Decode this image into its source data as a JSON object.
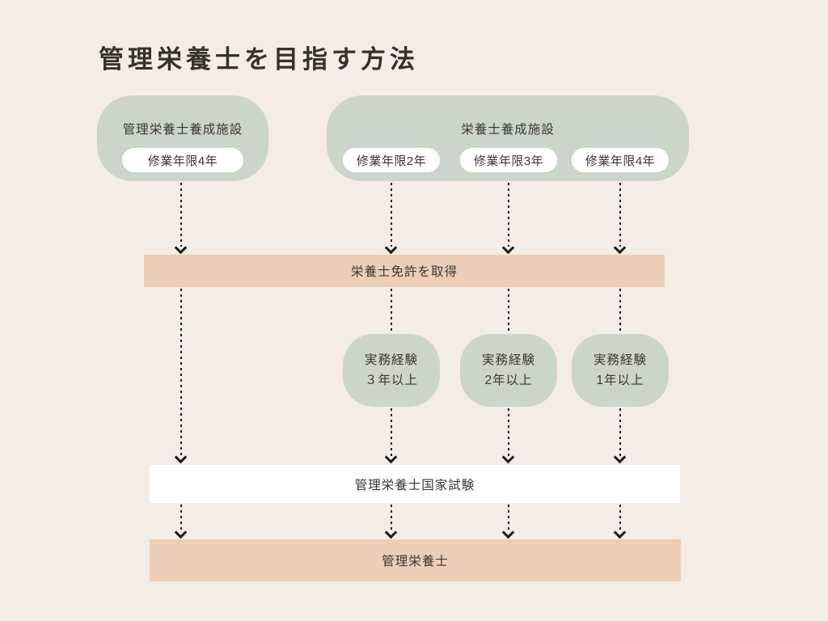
{
  "page_title": "管理栄養士を目指す方法",
  "colors": {
    "background": "#f3ede5",
    "box_green": "#ccd5ca",
    "bar_peach": "#ebceb5",
    "bar_white": "#ffffff",
    "text_dark": "#3b3733",
    "arrow_black": "#1d1c1a"
  },
  "flow": {
    "kanri_school": {
      "label": "管理栄養士養成施設",
      "pills": [
        "修業年限4年"
      ]
    },
    "eiyoshi_school": {
      "label": "栄養士養成施設",
      "pills": [
        "修業年限2年",
        "修業年限3年",
        "修業年限4年"
      ]
    },
    "license_bar": "栄養士免許を取得",
    "experience_boxes": [
      {
        "line1": "実務経験",
        "line2": "３年以上"
      },
      {
        "line1": "実務経験",
        "line2": "2年以上"
      },
      {
        "line1": "実務経験",
        "line2": "1年以上"
      }
    ],
    "exam_bar": "管理栄養士国家試験",
    "result_bar": "管理栄養士"
  }
}
